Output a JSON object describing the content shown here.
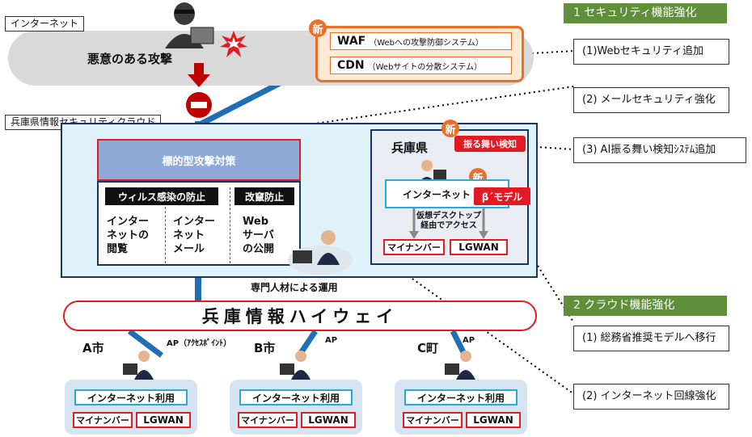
{
  "internet_tag": "インターネット",
  "attack_label": "悪意のある攻撃",
  "new_label": "新",
  "waf": {
    "name": "WAF",
    "desc": "（Webへの攻撃防御システム）"
  },
  "cdn": {
    "name": "CDN",
    "desc": "（Webサイトの分散システム）"
  },
  "cloud_tag": "兵庫県情報セキュリティクラウド",
  "targeted_attack": "標的型攻撃対策",
  "virus_prevention": "ウィルス感染の防止",
  "tamper_prevention": "改竄防止",
  "col1": "インター\nネットの\n閲覧",
  "col2": "インター\nネット\nメール",
  "col3": "Web\nサーバ\nの公開",
  "expert_operation": "専門人材による運用",
  "pref": {
    "title": "兵庫県",
    "behavior_detection": "振る舞い検知",
    "internet": "インターネット",
    "beta_model": "β´モデル",
    "virtual_desktop": "仮想デスクトップ\n経由でアクセス",
    "mynumber": "マイナンバー",
    "lgwan": "LGWAN"
  },
  "highway": "兵庫情報ハイウェイ",
  "ap_long": "AP（ｱｸｾｽﾎﾟｲﾝﾄ）",
  "ap": "AP",
  "cities": [
    {
      "name": "A市",
      "internet_use": "インターネット利用",
      "mynumber": "マイナンバー",
      "lgwan": "LGWAN"
    },
    {
      "name": "B市",
      "internet_use": "インターネット利用",
      "mynumber": "マイナンバー",
      "lgwan": "LGWAN"
    },
    {
      "name": "C町",
      "internet_use": "インターネット利用",
      "mynumber": "マイナンバー",
      "lgwan": "LGWAN"
    }
  ],
  "section1": {
    "title": "1  セキュリティ機能強化",
    "items": [
      "(1)Webセキュリティ追加",
      "(2) メールセキュリティ強化",
      "(3) AI振る舞い検知ｼｽﾃﾑ追加"
    ]
  },
  "section2": {
    "title": "2  クラウド機能強化",
    "items": [
      "(1) 総務省推奨モデルへ移行",
      "(2) インターネット回線強化"
    ]
  },
  "colors": {
    "red": "#e01b24",
    "blue": "#2aa7dd",
    "navy": "#17365d",
    "green": "#5f8f3a",
    "orange": "#e8702a"
  }
}
